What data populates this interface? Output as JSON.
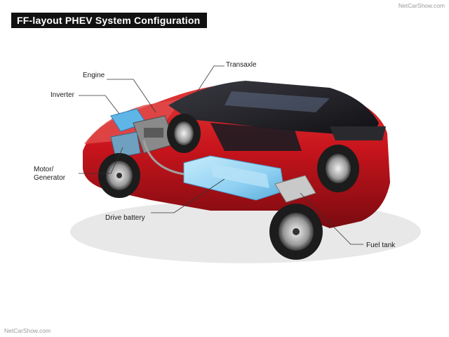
{
  "title": "FF-layout PHEV System Configuration",
  "watermark_top": "NetCarShow.com",
  "watermark_bottom": "NetCarShow.com",
  "labels": {
    "engine": "Engine",
    "transaxle": "Transaxle",
    "inverter": "Inverter",
    "motor_line1": "Motor/",
    "motor_line2": "Generator",
    "drive_battery": "Drive battery",
    "fuel_tank": "Fuel tank"
  },
  "colors": {
    "body_red": "#c8141c",
    "battery_blue": "#8fd0f2",
    "inverter_blue": "#5fb6e6",
    "roof_dark": "#1a1a1e",
    "tire": "#1c1c1c"
  }
}
